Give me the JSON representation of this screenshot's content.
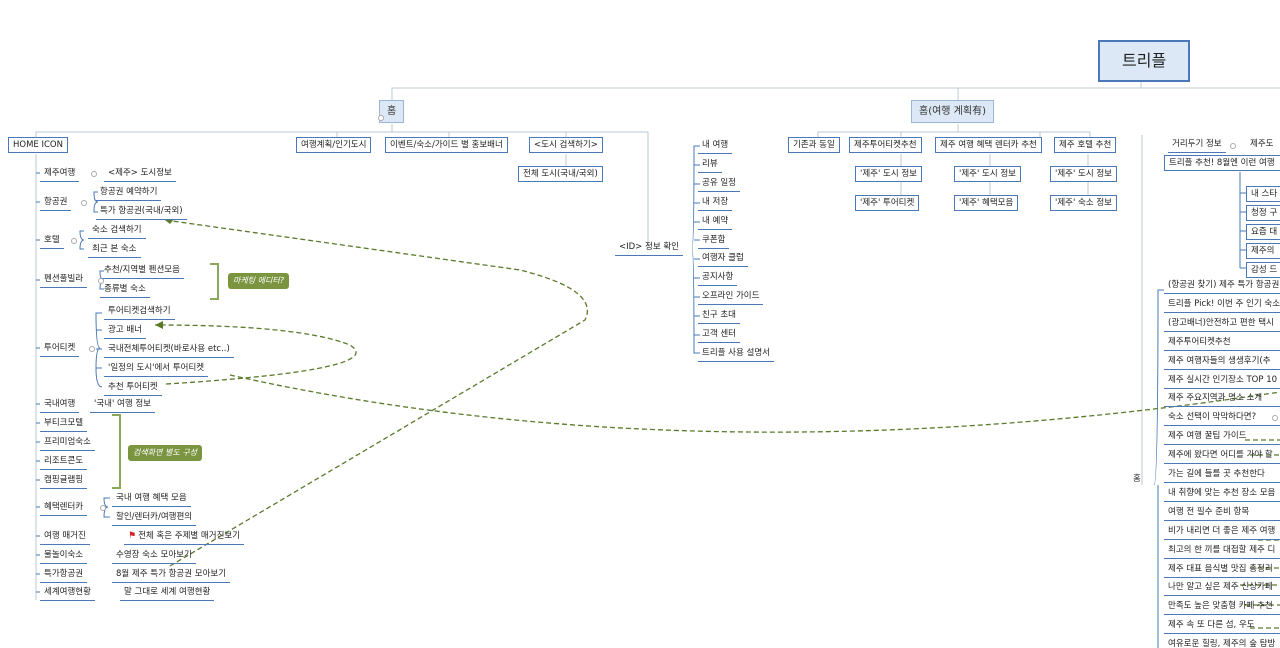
{
  "root": "트리플",
  "hubs": [
    "홈",
    "홈(여행 계획有)",
    "홈"
  ],
  "home_row": [
    "HOME ICON",
    "여행계획/인기도시",
    "이벤트/숙소/가이드 별 홍보배너",
    "<도시 검색하기>"
  ],
  "home_sub": "전체 도시(국내/국외)",
  "id_check": "<ID> 정보 확인",
  "id_items": [
    "내 여행",
    "리뷰",
    "공유 일정",
    "내 저장",
    "내 예약",
    "쿠폰함",
    "여행자 클럽",
    "공지사항",
    "오프라인 가이드",
    "친구 초대",
    "고객 센터",
    "트리플 사용 설명서"
  ],
  "categories": [
    {
      "label": "제주여행",
      "children": [
        "<제주> 도시정보"
      ]
    },
    {
      "label": "항공권",
      "children": [
        "항공권 예약하기",
        "특가 항공권(국내/국외)"
      ]
    },
    {
      "label": "호텔",
      "children": [
        "숙소 검색하기",
        "최근 본 숙소"
      ]
    },
    {
      "label": "펜션풀빌라",
      "children": [
        "추천/지역별 펜션모음",
        "종류별 숙소"
      ]
    },
    {
      "label": "투어티켓",
      "children": [
        "투어티켓검색하기",
        "광고 배너",
        "국내전체투어티켓(바로사용 etc..)",
        "'일정의 도시'에서 투어티켓",
        "추천 투어티켓"
      ]
    },
    {
      "label": "국내여행",
      "children": [
        "'국내' 여행 정보"
      ]
    },
    {
      "label": "부티크모텔",
      "children": []
    },
    {
      "label": "프리미엄숙소",
      "children": []
    },
    {
      "label": "리조트콘도",
      "children": []
    },
    {
      "label": "캠핑글램핑",
      "children": []
    },
    {
      "label": "혜택렌터카",
      "children": [
        "국내 여행 혜택 모음",
        "할인/렌터카/여행편의"
      ]
    },
    {
      "label": "여행 매거진",
      "children": [
        "전체 혹은 주제별 매거진보기"
      ]
    },
    {
      "label": "물놀이숙소",
      "children": [
        "수영장 숙소 모아보기"
      ]
    },
    {
      "label": "특가항공권",
      "children": [
        "8월 제주 특가 항공권 모아보기"
      ]
    },
    {
      "label": "세계여행현황",
      "children": [
        "말 그대로 세계 여행현황"
      ]
    }
  ],
  "tags": [
    "마케팅 에디터?",
    "검색화면 별도 구성"
  ],
  "plan_cols": [
    {
      "label": "기존과 동일",
      "children": []
    },
    {
      "label": "제주투어티켓추천",
      "children": [
        "'제주' 도시 정보",
        "'제주' 투어티켓"
      ]
    },
    {
      "label": "제주 여행 혜택 렌터카 추천",
      "children": [
        "'제주' 도시 정보",
        "'제주' 혜택모음"
      ]
    },
    {
      "label": "제주 호텔 추천",
      "children": [
        "'제주' 도시 정보",
        "'제주' 숙소 정보"
      ]
    }
  ],
  "right_top": [
    "거리두기 정보",
    "제주도"
  ],
  "right_banner": "트리플 추천! 8월엔 이런 여행",
  "right_boxes": [
    "내 스타",
    "청정 구",
    "요즘 대",
    "제주의",
    "감성 드"
  ],
  "right_list": [
    "(항공권 찾기) 제주 특가 항공권",
    "트리플 Pick! 이번 주 인기 숙소",
    "(광고배너)안전하고 편한 택시",
    "제주투어티켓추천",
    "제주 여행자들의 생생후기(추",
    "제주 실시간 인기장소 TOP 10",
    "제주 주요지역과 명소 소개",
    "숙소 선택이 막막하다면?",
    "제주 여행 꿀팁 가이드",
    "제주에 왔다면 어디를 가야 할",
    "가는 길에 들를 곳 추천한다",
    "내 취향에 맞는 추천 장소 모음",
    "여행 전 필수 준비 항목",
    "비가 내리면 더 좋은 제주 여행",
    "최고의 한 끼를 대접할 제주 디",
    "제주 대표 음식별 맛집 총정리",
    "나만 알고 싶은 제주 신상카페",
    "만족도 높은 맞춤형 카페 추천",
    "제주 속 또 다른 섬, 우도",
    "여유로운 힐링, 제주의 숲 탐방"
  ],
  "colors": {
    "line": "#4a78b8",
    "hub_fill": "#dce8f5",
    "tag": "#7a9440",
    "dash": "#5a7a2a"
  }
}
